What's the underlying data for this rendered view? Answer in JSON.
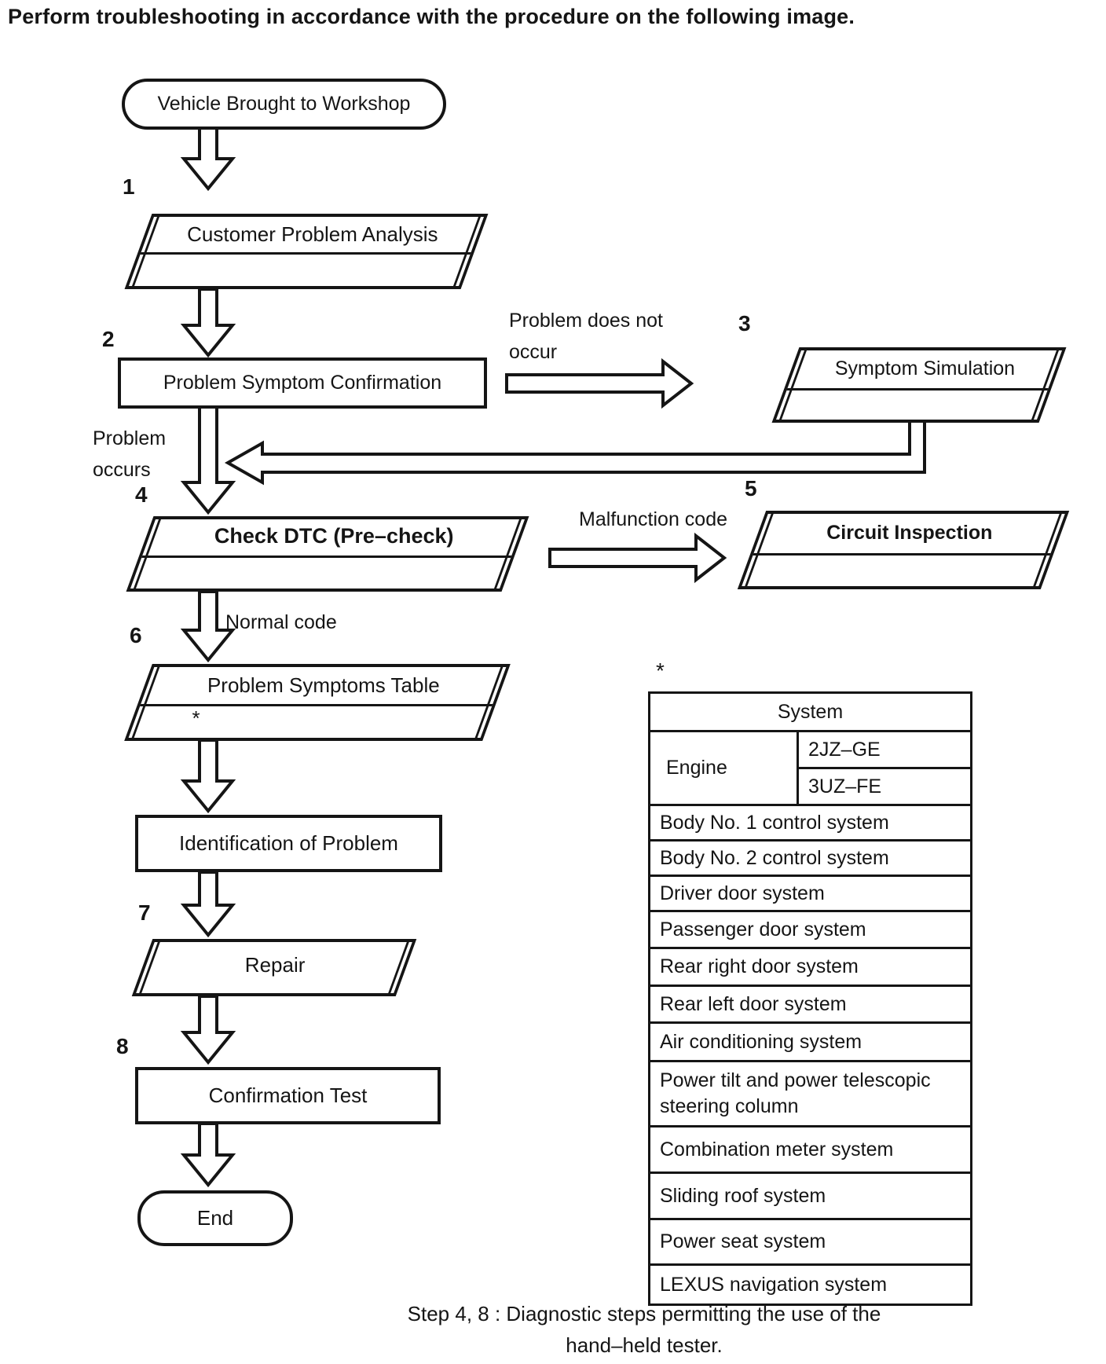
{
  "title": "Perform troubleshooting in accordance with the procedure on the following image.",
  "flow": {
    "start_label": "Vehicle Brought to Workshop",
    "end_label": "End",
    "steps": {
      "s1": {
        "num": "1",
        "label": "Customer Problem Analysis"
      },
      "s2": {
        "num": "2",
        "label": "Problem Symptom Confirmation"
      },
      "s3": {
        "num": "3",
        "label": "Symptom Simulation"
      },
      "s4": {
        "num": "4",
        "label": "Check DTC (Pre–check)"
      },
      "s5": {
        "num": "5",
        "label": "Circuit Inspection"
      },
      "s6": {
        "num": "6",
        "label": "Problem Symptoms Table",
        "note": "*"
      },
      "ident": {
        "label": "Identification of Problem"
      },
      "s7": {
        "num": "7",
        "label": "Repair"
      },
      "s8": {
        "num": "8",
        "label": "Confirmation Test"
      }
    },
    "edges": {
      "problem_does_not_occur": "Problem does not occur",
      "problem_occurs": "Problem occurs",
      "malfunction_code": "Malfunction code",
      "normal_code": "Normal code"
    }
  },
  "table": {
    "note_marker": "*",
    "header": "System",
    "engine": {
      "label": "Engine",
      "variants": [
        "2JZ–GE",
        "3UZ–FE"
      ]
    },
    "rows": [
      "Body No. 1 control system",
      "Body No. 2 control system",
      "Driver door system",
      "Passenger door system",
      "Rear right door system",
      "Rear left door system",
      "Air conditioning system",
      "Power tilt and power telescopic steering column",
      "Combination meter system",
      "Sliding roof system",
      "Power seat system",
      "LEXUS navigation system"
    ]
  },
  "caption": {
    "line1": "Step 4, 8 : Diagnostic steps permitting the use of the",
    "line2": "hand–held tester."
  },
  "colors": {
    "ink": "#151515",
    "paper": "#ffffff"
  }
}
